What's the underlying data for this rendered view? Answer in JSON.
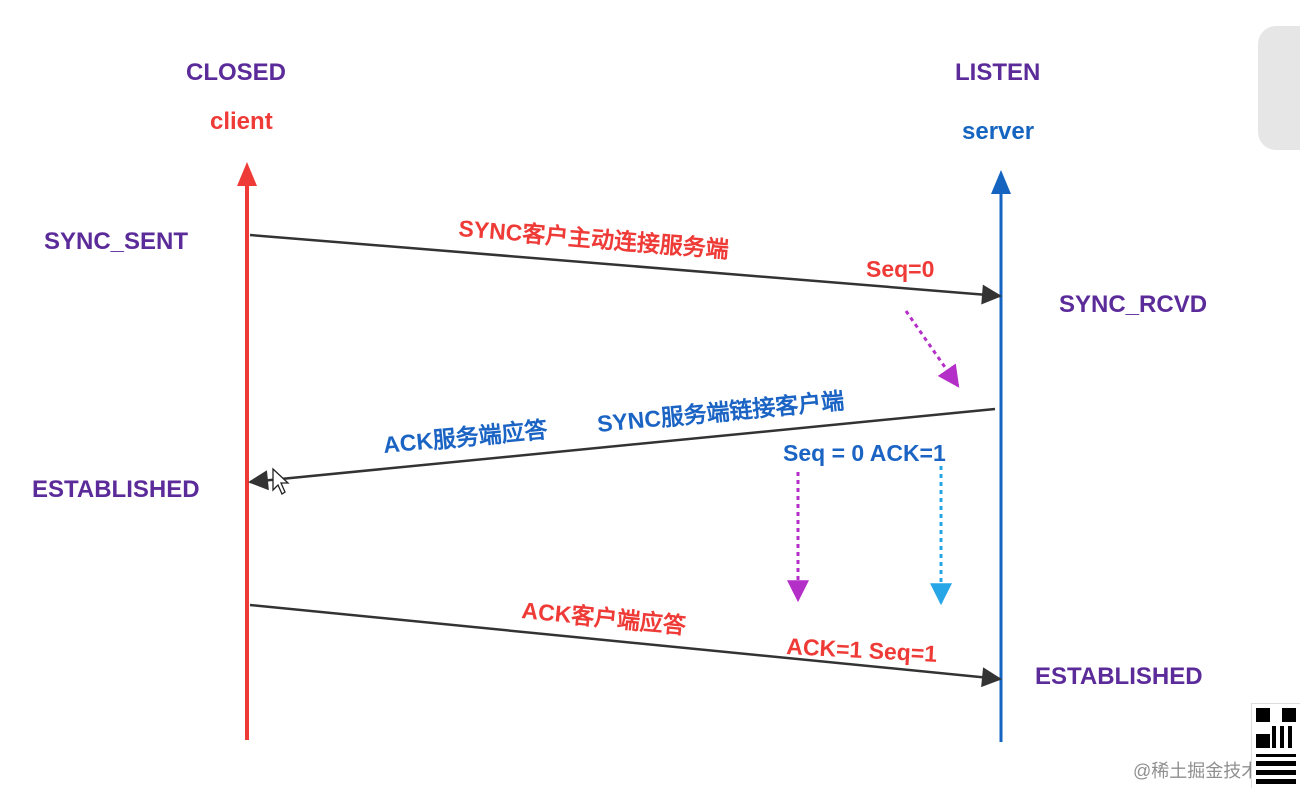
{
  "client": {
    "state_initial": "CLOSED",
    "label": "client",
    "state_sent": "SYNC_SENT",
    "state_established": "ESTABLISHED"
  },
  "server": {
    "state_initial": "LISTEN",
    "label": "server",
    "state_rcvd": "SYNC_RCVD",
    "state_established": "ESTABLISHED"
  },
  "messages": {
    "m1": {
      "text": "SYNC客户主动连接服务端",
      "seq": "Seq=0"
    },
    "m2": {
      "ack_text": "ACK服务端应答",
      "sync_text": "SYNC服务端链接客户端",
      "seq_ack": "Seq = 0 ACK=1"
    },
    "m3": {
      "text": "ACK客户端应答",
      "ack_seq": "ACK=1 Seq=1"
    }
  },
  "watermark": "@稀土掘金技术社区",
  "colors": {
    "client_line": "#ef3b37",
    "server_line": "#1565c0",
    "message_arrow": "#333333",
    "state_text": "#5b2b9a",
    "hint_magenta": "#b42fc7",
    "hint_cyan": "#26a6e6"
  }
}
